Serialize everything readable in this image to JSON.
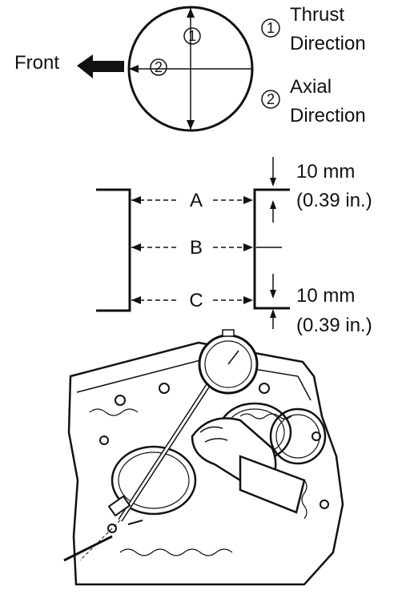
{
  "direction_diagram": {
    "front_label": "Front",
    "marker_1": "1",
    "marker_2": "2",
    "legend": [
      {
        "marker": "1",
        "line1": "Thrust",
        "line2": "Direction"
      },
      {
        "marker": "2",
        "line1": "Axial",
        "line2": "Direction"
      }
    ]
  },
  "position_diagram": {
    "positions": [
      "A",
      "B",
      "C"
    ],
    "top_offset": {
      "metric": "10 mm",
      "imperial": "(0.39 in.)"
    },
    "bottom_offset": {
      "metric": "10 mm",
      "imperial": "(0.39 in.)"
    }
  },
  "colors": {
    "ink": "#111111",
    "background": "#ffffff"
  }
}
